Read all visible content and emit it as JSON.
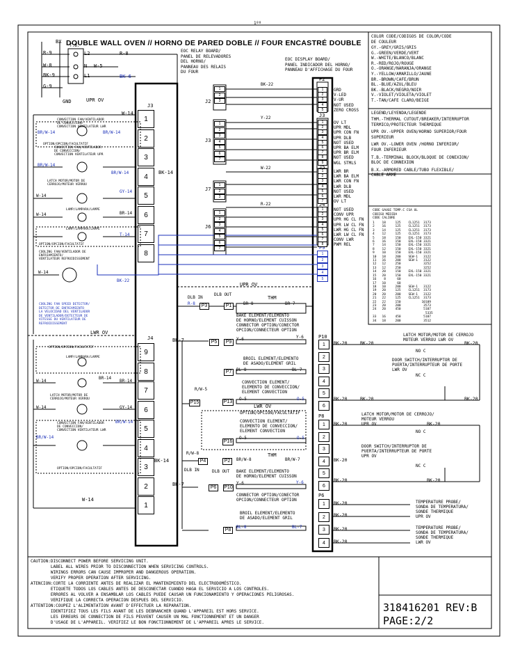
{
  "page_mark": "1ºº",
  "title": "DOUBLE WALL OVEN // HORNO DE PARED DOBLE // FOUR ENCASTRÉ DOUBLE",
  "legend": {
    "color_header": [
      "COLOR CODE/CODIGOS DE COLOR/CODE",
      "DE COULEUR"
    ],
    "colors": [
      "GY.-GREY/GRIS/GRIS",
      "G.-GREEN/VERDE/VERT",
      "W.-WHITE/BLANCO/BLANC",
      "R.-RED/ROJO/ROUGE",
      "O.-ORANGE/NARANJA/ORANGE",
      "Y.-YELLOW/AMARILLO/JAUNE",
      "BR.-BROWN/CAFE/BRUN",
      "BL.-BLUE/AZUL/BLEU",
      "BK.-BLACK/NEGRO/NOIR",
      "V.-VIOLET/VIOLETA/VIOLET",
      "T.-TAN/CAFE CLARO/BEIGE"
    ],
    "legend_header": "LEGEND/LEYENDA/LEGENDE",
    "items": [
      "THM.-THERMAL CUTOUT/BREAKER/INTERRUPTOR",
      "TERMICO/PROTECTEUR THERMIQUE",
      "UPR OV.-UPPER OVEN/HORNO SUPERIOR/FOUR",
      "        SUPERIEUR",
      "LWR OV.-LOWER OVEN /HORNO INFERIOR/",
      "        FOUR INFERIEUR",
      "T.B.-TERMINAL BLOCK/BLOQUE DE CONEXION/",
      "BLOC DE CONNEXION",
      "B.X.-ARMORED CABLE/TUBO FLEXIBLE/",
      "CABLE ARME"
    ],
    "gauge_header": [
      "CODE  GAUGE   TEMP.C   CSA    UL",
      "CODIGO MEDIDA",
      "CODE  CALIBRE"
    ],
    "gauge_rows": [
      "1    18     125    CL1251  3173",
      "2    16     125    CL1251  3173",
      "3    14     125    CL1251  3173",
      "4    12     125    CL1251  3173",
      "5    18     150    EXL-150 3321",
      "6    16     150    EXL-150 3321",
      "7    14     150    EXL-150 3321",
      "8    12     150    EXL-150 3321",
      "9    10     150    EXL-150 3321",
      "10   18     200    SEW-1   3122",
      "11   16     200    SEW-1   3122",
      "12   12     250            3252",
      "13   12     250            3252",
      "14   20     150    EXL-150 3321",
      "15   20     150    EXL-150 3321",
      "16    8      60",
      "17   10      60",
      "18   10     200    SEW-1   3122",
      "19   20     125    CL1251  3173",
      "20   20     200    SEW-1   3122",
      "21   22     125    CL1251  3173",
      "22   22     150           10109",
      "23   20     200            3573",
      "24   20     450            5107",
      "                            5335",
      "33   16     450            5107",
      "34   18     200            3512"
    ]
  },
  "left_top": {
    "bx": "BX",
    "tb": "T.B.",
    "wires": [
      "R-9",
      "W-8",
      "BK-9",
      "G-9"
    ],
    "tb_terms": [
      "L2",
      "N",
      "L1"
    ],
    "r8": "R-8",
    "w5": "W-5",
    "bk6": "BK-6",
    "gnd": "GND",
    "upr_ov": "UPR OV",
    "w14": "W-14",
    "j3": "J3",
    "j3_pins": [
      "1",
      "2",
      "3",
      "4",
      "5",
      "6",
      "7",
      "8"
    ],
    "conv_fan": [
      "CONVECTION FAN/VENTILADOR",
      "DE CONVECCION/",
      "CONVECTION VENTILATEUR LWR"
    ],
    "brw14_a": "BR/W-14",
    "brw14_b": "BR/W-14",
    "option_fan": [
      "OPTION/OPCION/FACULTATIF",
      "CONVECTION FAN/VENTILADOR",
      "DE CONVECCION/",
      "CONVECTION VENTILATEUR UPR"
    ],
    "bk14": "BK-14",
    "brw14_c": "BR/W-14",
    "latch": [
      "LATCH MOTOR/MOTOR DE",
      "CERROJO/MOTEUR VERROU"
    ],
    "gy14": "GY-14",
    "w14b": "W-14",
    "lamp": "LAMP/LAMPARA/LAMPE",
    "br14": "BR-14",
    "w14c": "W-14",
    "lamp2": "LAMP/LAMPARA/LAMPE",
    "option2": "OPTION/OPCION/FACULTATIF",
    "t14": "T-14",
    "cooling_fan": [
      "COOLING FAN/VENTILADOR DE",
      "ENFRIAMIENTO/",
      "VENTILATEUR REFROIDISSEMENT"
    ],
    "w14d": "W-14",
    "bk22": "BK-22",
    "speed": [
      "COOLING FAN SPEED DETECTOR/",
      "DETECTOR DE ENFRIAMIENTO",
      "LA VELOCIDAD DEL VENTILADOR",
      "DE VENTILADOR/DETECTEUR DE",
      "VITESSE DU VENTILATEUR DE",
      "REFROIDISSEMENT"
    ],
    "lwr_ov": "LWR OV"
  },
  "left_bottom": {
    "j4": "J4",
    "j4_pins": [
      "9",
      "8",
      "7",
      "6",
      "5",
      "4",
      "3",
      "2",
      "1"
    ],
    "option": "OPTION/OPCION/FACULTATIF",
    "lamp": "LAMP/LAMPARA/LAMPE",
    "br14": "BR-14",
    "w14": "W-14",
    "br14b": "BR-14",
    "latch": [
      "LATCH MOTOR/MOTOR DE",
      "CERROJO/MOTEUR VERROU"
    ],
    "w14b": "W-14",
    "gy14": "GY-14",
    "conv_fan": [
      "CONVECTION FAN/VENTILADOR",
      "DE CONVECCION/",
      "CONVECTION VENTILATEUR LWR"
    ],
    "brw14": "BR/W-14",
    "brw14b": "BR/W-14",
    "bk14": "BK-14",
    "option2": "OPTION/OPCION/FACULTATIF",
    "w14c": "W-14"
  },
  "boards": {
    "relay": [
      "EOC RELAY BOARD/",
      "PANEL DE RELEVADORES",
      "DEL HORNO/",
      "PANNEAU DES RELAIS",
      "DU FOUR"
    ],
    "display": [
      "EOC DISPLAY BOARD/",
      "PANEL INDICADOR DEL HORNO/",
      "PANNEAU D'AFFICHAGE DU FOUR"
    ],
    "bk22": "BK-22",
    "y22": "Y-22",
    "w22": "W-22",
    "r22": "R-22",
    "j2": "J2",
    "j3": "J3",
    "j7": "J7",
    "j6": "J6",
    "p2": "P2",
    "p2_labels": [
      "GRD",
      "V-LED",
      "V-UR",
      "NOT USED",
      "ZERO CROSS"
    ],
    "j3r": "J3",
    "j3_labels": [
      "OV LT",
      "UPR MDL",
      "UPR CON FN",
      "UPR DLB",
      "NOT USED",
      "UPR BA ELM",
      "UPR BR ELM",
      "NOT USED",
      "WGL STMLS"
    ],
    "j5": "J5",
    "j5_labels": [
      "LWR BR",
      "LWR BA ELM",
      "LWR CON FN",
      "LWR DLB",
      "NOT USED",
      "LWR MDL",
      "OV LT"
    ],
    "j4": "J4",
    "j4_labels": [
      "NOT USED",
      "CONV UPR",
      "UPR HG CL FN",
      "UPR LW CL FN",
      "LWR HG CL FN",
      "LWR LW CL FN",
      "CONV LWR",
      "PWM REL"
    ],
    "p9": "P9"
  },
  "upper_oven": {
    "upr_ov": "UPR OV",
    "dlb_in": "DLB IN",
    "dlb_out": "DLB OUT",
    "r8": "R-8",
    "p3": "P3",
    "p1": "P1",
    "thm": "THM",
    "br8": "BR-8",
    "br7": "BR-7",
    "bake": [
      "BAKE ELEMENT/ELEMENTO",
      "DE HORNO/ELEMENT CUISSON",
      "CONNECTOR OPTION/CONECTOR",
      "OPCION/CONNECTEUR OPTION"
    ],
    "bk7": "BK-7",
    "y6": "Y-6",
    "y6b": "Y-6",
    "p5": "P5",
    "p9": "P9",
    "broil": [
      "BROIL ELEMENT/ELEMENTO",
      "DE ASADO/ELEMENT GRIL"
    ],
    "bl8": "BL-8",
    "bl7": "BL-7",
    "p7": "P7",
    "conv": [
      "CONVECTION ELEMENT/",
      "ELEMENTO DE CONVECCION/",
      "ELEMENT CONVECTION"
    ],
    "rw5": "R/W-5",
    "o5": "O-5",
    "o5b": "O-5",
    "p15": "P15",
    "p13": "P13",
    "lwr_ov": "LWR OV",
    "option": "OPTION/OPCION/FACULTATIF",
    "conv2": [
      "CONVECTION ELEMENT/",
      "ELEMENTO DE CONVECCION/",
      "ELEMENT CONVECTION"
    ],
    "o5c": "O-5",
    "o5d": "O-5",
    "p16": "P16",
    "rw8": "R/W-8",
    "p4": "P4",
    "p2": "P2",
    "dlb_in2": "DLB IN",
    "dlb_out2": "DLB OUT",
    "thm2": "THM",
    "brw8": "BR/W-8",
    "brw7": "BR/W-7",
    "bake2": [
      "BAKE ELEMENT/ELEMENTO",
      "DE HORNO/ELEMENT CUISSON"
    ],
    "bk7b": "BK-7",
    "y6c": "Y-6",
    "y6d": "Y-6",
    "p6": "P6",
    "p10": "P10",
    "conn2": [
      "CONNECTOR OPTION/CONECTOR",
      "OPCION/CONNECTEUR OPTION"
    ],
    "broil2": [
      "BROIL ELEMENT/ELEMENTO",
      "DE ASADO/ELEMENT GRIL"
    ],
    "bl8b": "BL-8",
    "bl7b": "BL-7",
    "p8": "P8"
  },
  "right_side": {
    "p10": "P10",
    "p8": "P8",
    "p6": "P6",
    "bk20": "BK-20",
    "latch_up": [
      "LATCH MOTOR/MOTOR DE CERROJO",
      "MOTEUR VERROU LWR OV"
    ],
    "no_c": "NO  C",
    "door_up": [
      "DOOR SWITCH/INTERRUPTOR DE",
      "PUERTA/INTERRUPTEUR DE PORTE",
      "LWR OV"
    ],
    "nc_c": "NC  C",
    "latch_lw": [
      "LATCH MOTOR/MOTOR DE CERROJO/",
      "MOTEUR VERROU",
      "UPR OV"
    ],
    "door_lw": [
      "DOOR SWITCH/INTERRUPTOR DE",
      "PUERTA/INTERRUPTEUR DE PORTE",
      "UPR OV"
    ],
    "probe_up": [
      "TEMPERATURE PROBE/",
      "SONDA DE TEMPERATURA/",
      "SONDE THERMIQUE",
      "UPR OV"
    ],
    "probe_lw": [
      "TEMPERATURE PROBE/",
      "SONDA DE TEMPERATURA/",
      "SONDE THERMIQUE",
      "LWR OV"
    ]
  },
  "caution": [
    "CAUTION:DISCONNECT POWER BEFORE SERVICING UNIT.",
    "        LABEL ALL WIRES PRIOR TO DISCONNECTION WHEN SERVICING CONTROLS.",
    "        WIRINGS ERRORS CAN CAUSE IMPROPER AND DANGEROUS OPERATION.",
    "        VERIFY PROPER OPERATION AFTER SERVICING.",
    "ATENCION:CORTE LA CORRIENTE ANTES DE REALIZAR EL MANTENIMIENTO DEL ELECTRODOMÉSTICO.",
    "        ETIQUETE TODOS LOS CABLES ANTES DE DESCONECTAR CUANDO HAGA EL SERVICIO A LOS CONTROLES.",
    "        ERRORES AL VOLVER A ENSAMBLAR LOS CABLES PUEDE CAUSAR UN FUNCIONAMIENTO Y OPERACIONES PELIGROSAS.",
    "        VERIFIQUE LA CORRECTA OPERACION DESPUES DEL SERVICIO.",
    "ATTENTION:COUPEZ L'ALIMENTATION AVANT D'EFFECTUER LA REPARATION.",
    "        IDENTIFIEZ TOUS LES FILS AVANT DE LES DEBRANCHER QUAND L'APPAREIL EST HORS SERVICE.",
    "        LES ERREURS DE CONNECTION DE FILS PEUVENT CAUSER UN MAL FONCTIONNEMENT ET UN DANGER",
    "        D'USAGE DE L'APPAREIL. VERIFIEZ LE BON FONCTIONNEMENT DE L'APPAREIL APRES LE SERVICE."
  ],
  "part_number": "318416201 REV:B",
  "page": "PAGE:2/2"
}
